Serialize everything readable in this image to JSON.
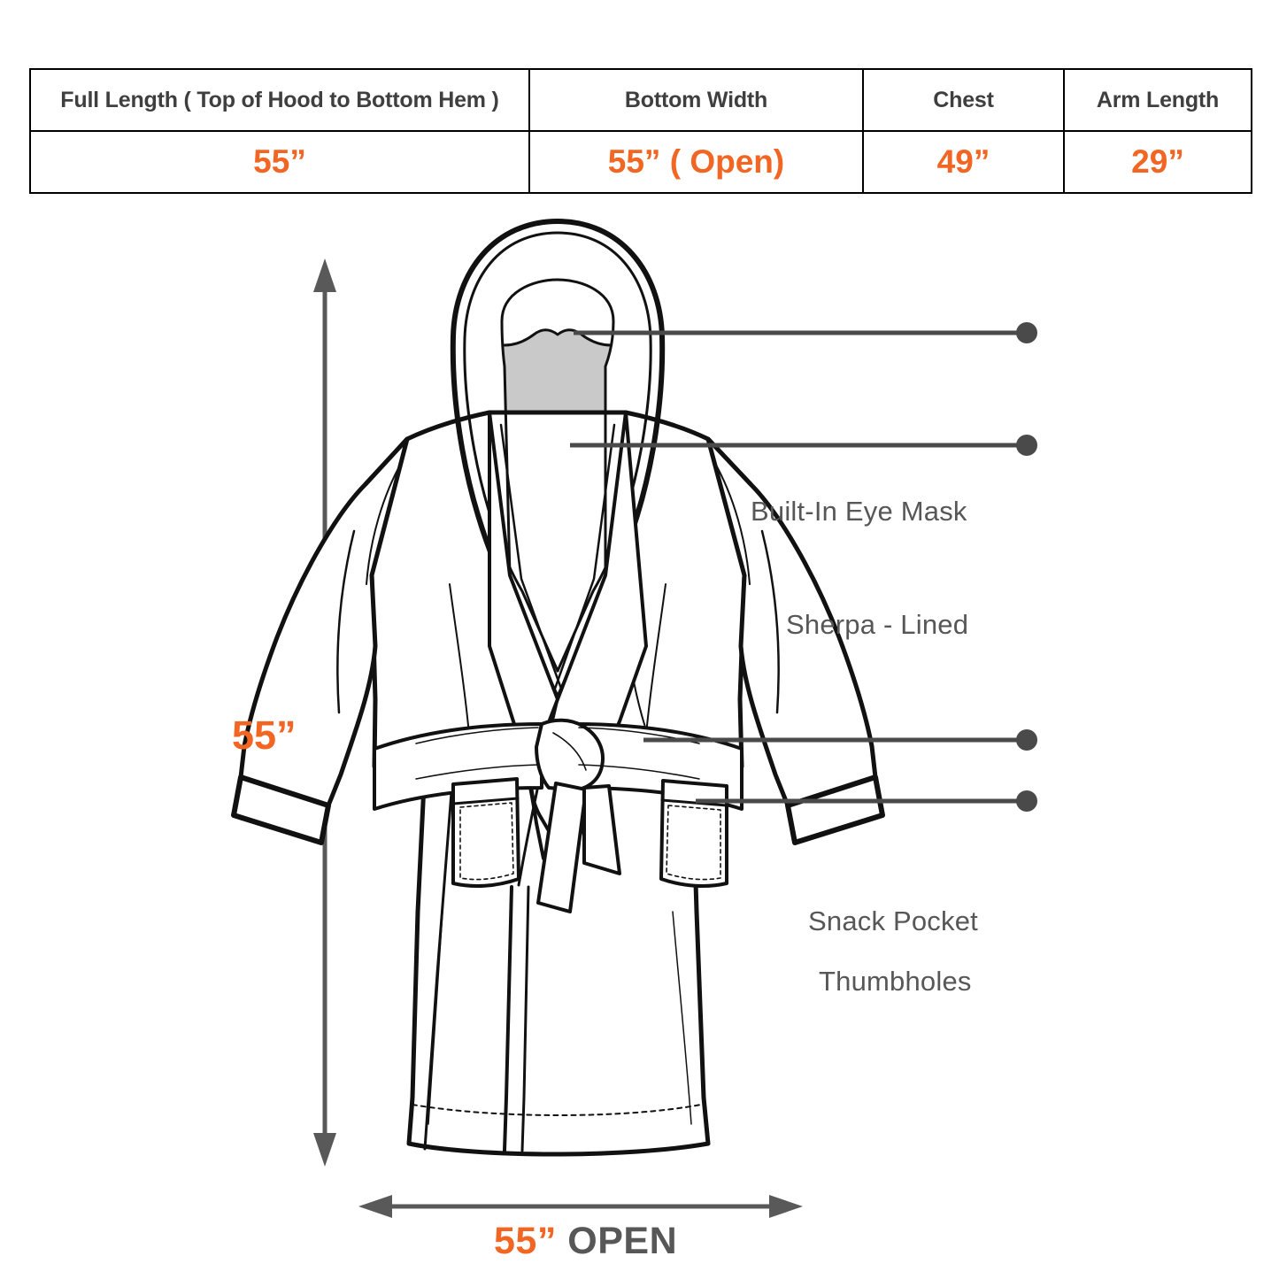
{
  "table": {
    "headers": [
      "Full Length ( Top of Hood to Bottom Hem )",
      "Bottom Width",
      "Chest",
      "Arm Length"
    ],
    "values": [
      "55”",
      "55” ( Open)",
      "49”",
      "29”"
    ]
  },
  "callouts": [
    {
      "id": "eye-mask",
      "label": "Built-In Eye Mask"
    },
    {
      "id": "sherpa",
      "label": "Sherpa - Lined"
    },
    {
      "id": "snack-pocket",
      "label": "Snack Pocket"
    },
    {
      "id": "thumbholes",
      "label": "Thumbholes"
    }
  ],
  "dimensions": {
    "height_label": "55”",
    "width_number": "55”",
    "width_suffix": "OPEN"
  },
  "colors": {
    "accent_orange": "#F26522",
    "text_gray": "#575757",
    "header_gray": "#3f3f3f",
    "line_black": "#000000",
    "sherpa_fill": "#c9c9c9"
  },
  "product": {
    "illustration": "hooded-robe-technical-flat"
  }
}
